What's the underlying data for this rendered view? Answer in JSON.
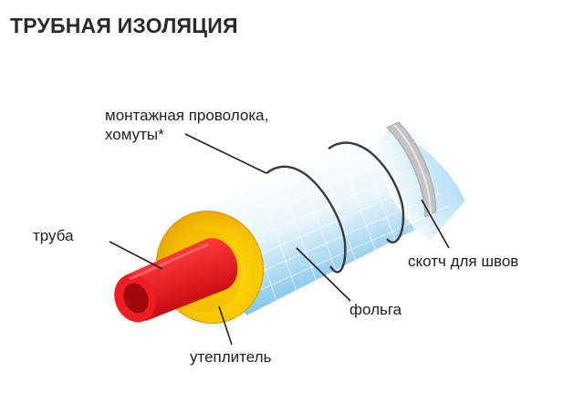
{
  "title": "ТРУБНАЯ ИЗОЛЯЦИЯ",
  "labels": {
    "wire_line1": "монтажная проволока,",
    "wire_line2": "хомуты*",
    "pipe": "труба",
    "tape": "скотч для швов",
    "foil": "фольга",
    "insulation": "утеплитель"
  },
  "colors": {
    "pipe": "#e8161c",
    "insulation": "#f7c600",
    "foil": "#8fcdf0",
    "tape": "#c8c8c8",
    "wire": "#3a3a3a"
  }
}
